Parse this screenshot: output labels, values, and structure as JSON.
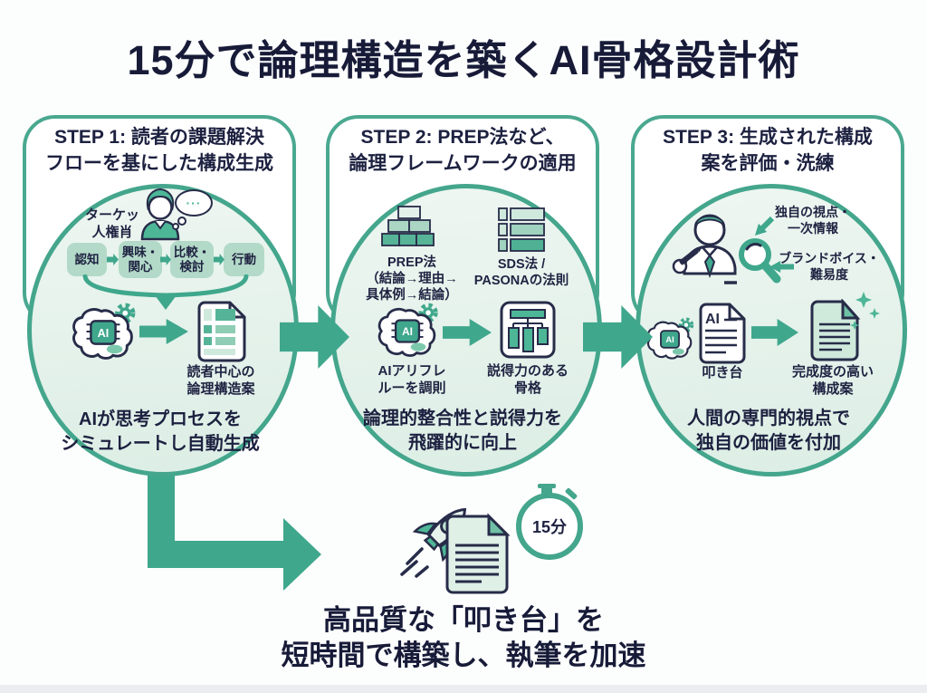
{
  "title": "15分で論理構造を築くAI骨格設計術",
  "ai_chip": "AI",
  "steps": [
    {
      "header": "STEP 1: 読者の課題解決\nフローを基にした構成生成",
      "persona_label": "ターケッ\n人権肖",
      "thought_dots": "···",
      "flow": [
        "認知",
        "興味・\n関心",
        "比較・\n検討",
        "行動"
      ],
      "doc_caption": "読者中心の\n論理構造案",
      "summary": "AIが思考プロセスを\nシミュレートし自動生成"
    },
    {
      "header": "STEP 2: PREP法など、\n論理フレームワークの適用",
      "prep_caption": "PREP法\n（結論→理由→\n具体例→結論）",
      "sds_caption": "SDS法 /\nPASONAの法則",
      "ai_caption": "AIアリフレ\nルーを調則",
      "skeleton_caption": "説得力のある\n骨格",
      "summary": "論理的整合性と説得力を\n飛躍的に向上"
    },
    {
      "header": "STEP 3: 生成された構成\n案を評価・洗練",
      "annotation_top": "独自の視点・\n一次情報",
      "annotation_bottom": "ブランドボイス・\n難易度",
      "draft_caption": "叩き台",
      "final_caption": "完成度の高い\n構成案",
      "summary": "人間の専門的視点で\n独自の価値を付加"
    }
  ],
  "footer": {
    "stopwatch_label": "15分",
    "message": "高品質な「叩き台」を\n短時間で構築し、執筆を加速"
  },
  "colors": {
    "green": "#3fa78c",
    "green_medium": "#4db697",
    "green_light": "#cfe9dc",
    "navy": "#1f2342",
    "circle_fill": "#e9f4ee",
    "box_fill": "#b3dac8"
  },
  "icons": [
    "brain-ai-chip-gear",
    "document-outline",
    "org-chart",
    "pyramid-blocks",
    "list-blocks",
    "persona-woman",
    "persona-man-reviewing",
    "magnifier",
    "pen",
    "rocket",
    "stopwatch",
    "sparkles",
    "thought-bubble",
    "block-arrow",
    "funnel-bracket"
  ]
}
